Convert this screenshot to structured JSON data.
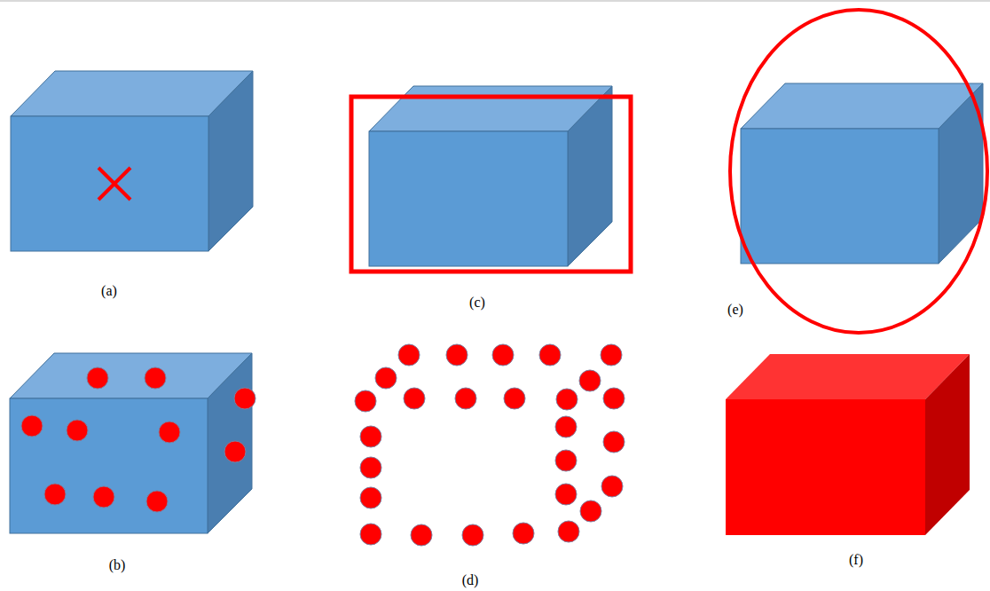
{
  "diagram": {
    "labels": [
      "(a)",
      "(c)",
      "(e)",
      "(b)",
      "(d)",
      "(f)"
    ]
  }
}
